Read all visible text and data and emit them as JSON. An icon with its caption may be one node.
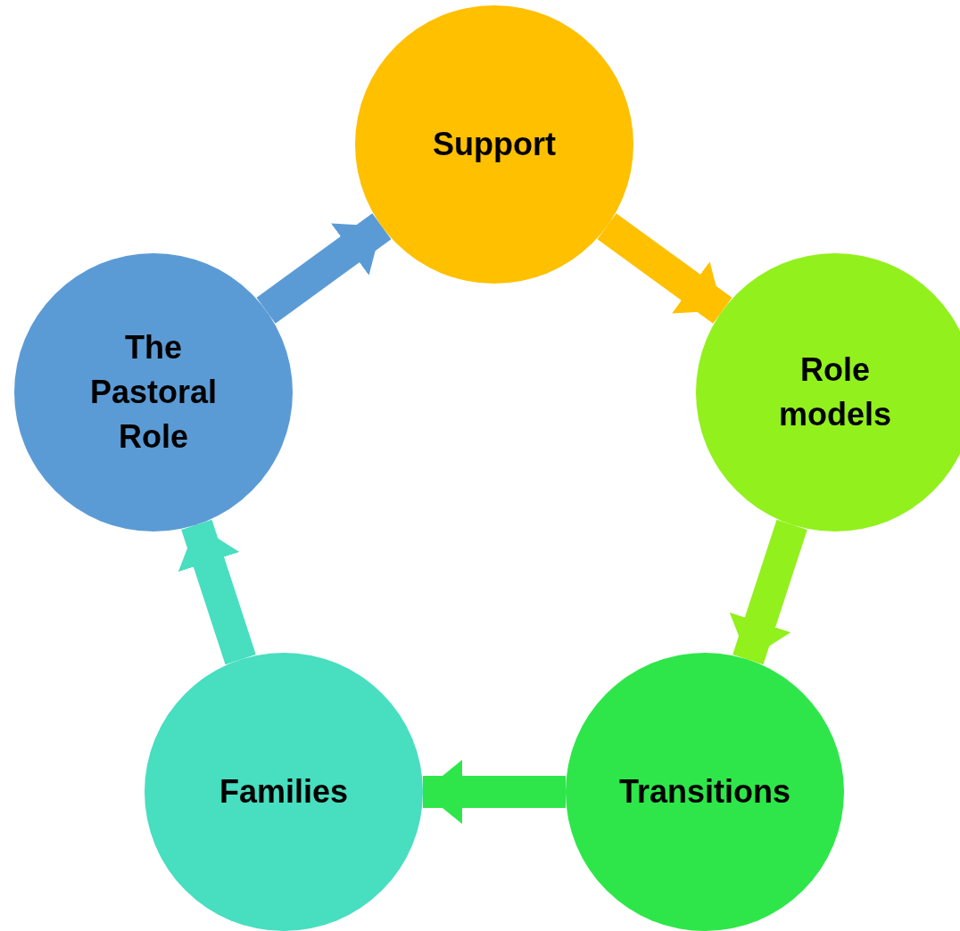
{
  "diagram": {
    "nodes": [
      {
        "text": [
          "Support"
        ]
      },
      {
        "text": [
          "Role models"
        ]
      },
      {
        "text": [
          "Transitions"
        ]
      },
      {
        "text": [
          "Families"
        ]
      },
      {
        "text": [
          "The Pastoral Role"
        ]
      }
    ],
    "edges": [
      {
        "from": 0,
        "to": 1,
        "arrow": "to",
        "color": "#ffc000"
      },
      {
        "from": 1,
        "to": 2,
        "arrow": "to",
        "color": "#92f01c"
      },
      {
        "from": 2,
        "to": 3,
        "arrow": "to",
        "color": "#2ee64a"
      },
      {
        "from": 3,
        "to": 4,
        "arrow": "to",
        "color": "#48dec0"
      },
      {
        "from": 4,
        "to": 0,
        "arrow": "to",
        "color": "#5b9bd5"
      }
    ]
  }
}
